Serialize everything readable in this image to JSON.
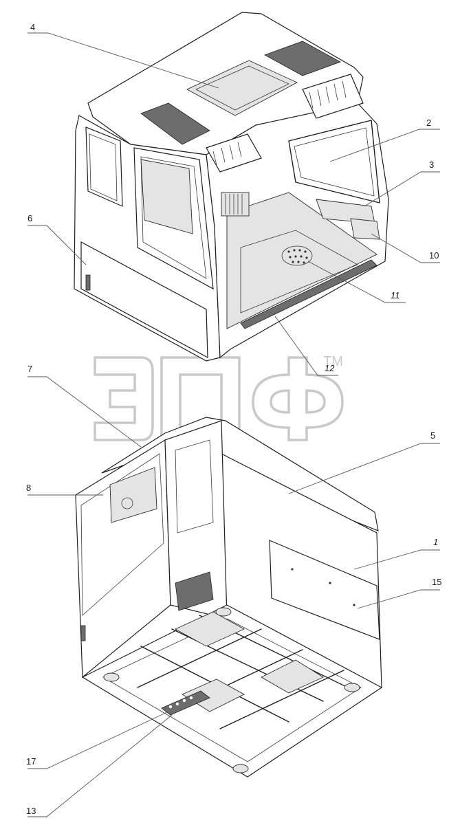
{
  "callouts": [
    {
      "id": "c4",
      "label": "4",
      "italic": false
    },
    {
      "id": "c2",
      "label": "2",
      "italic": false
    },
    {
      "id": "c3",
      "label": "3",
      "italic": false
    },
    {
      "id": "c6",
      "label": "6",
      "italic": false
    },
    {
      "id": "c10",
      "label": "10",
      "italic": false
    },
    {
      "id": "c11",
      "label": "11",
      "italic": true
    },
    {
      "id": "c12",
      "label": "12",
      "italic": true
    },
    {
      "id": "c7",
      "label": "7",
      "italic": false
    },
    {
      "id": "c5",
      "label": "5",
      "italic": false
    },
    {
      "id": "c8",
      "label": "8",
      "italic": false
    },
    {
      "id": "c1",
      "label": "1",
      "italic": true
    },
    {
      "id": "c15",
      "label": "15",
      "italic": false
    },
    {
      "id": "c17",
      "label": "17",
      "italic": false
    },
    {
      "id": "c13",
      "label": "13",
      "italic": false
    }
  ],
  "watermark": {
    "text": "ЭПФ",
    "tm": "TM",
    "color": "#c9c9c9"
  }
}
